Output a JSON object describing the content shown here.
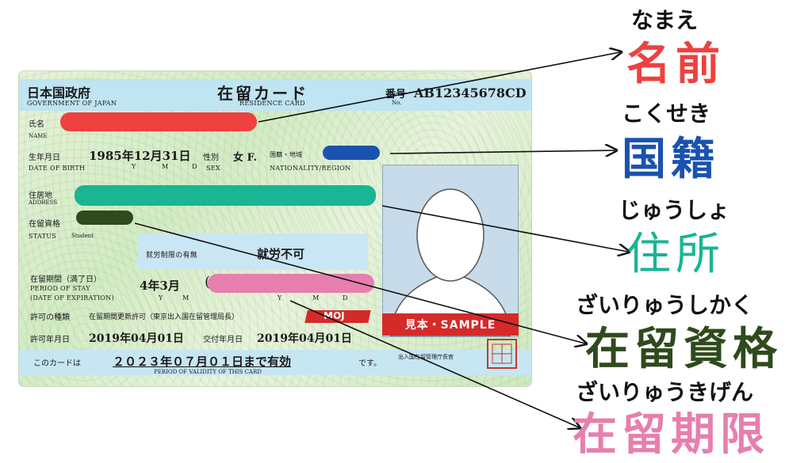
{
  "card": {
    "issuer_ja": "日本国政府",
    "issuer_en": "GOVERNMENT OF JAPAN",
    "title_ja": "在留カード",
    "title_en": "RESIDENCE CARD",
    "number_label_ja": "番号",
    "number_label_en": "No.",
    "number": "AB12345678CD",
    "name_label_ja": "氏名",
    "name_label_en": "NAME",
    "dob_label_ja": "生年月日",
    "dob_value": "1985年12月31日",
    "dob_label_en": "DATE OF BIRTH",
    "ymd_y": "Y",
    "ymd_m": "M",
    "ymd_d": "D",
    "sex_label_ja": "性別",
    "sex_label_en": "SEX",
    "sex_value": "女 F.",
    "nationality_label_ja": "国籍・地域",
    "nationality_label_en": "NATIONALITY/REGION",
    "address_label_ja": "住居地",
    "address_label_en": "ADDRESS",
    "status_label_ja": "在留資格",
    "status_label_en": "STATUS",
    "status_value_en": "Student",
    "work_label": "就労制限の有無",
    "work_value": "就労不可",
    "period_label_ja": "在留期間（満了日）",
    "period_label_en": "PERIOD OF STAY",
    "expiration_label_en": "(DATE OF EXPIRATION)",
    "period_value": "4年3月",
    "permit_type_label": "許可の種類",
    "permit_type_value": "在留期間更新許可（東京出入国在留管理局長）",
    "moj_mark": "MOJ",
    "permit_date_label": "許可年月日",
    "permit_date_value": "2019年04月01日",
    "issue_date_label": "交付年月日",
    "issue_date_value": "2019年04月01日",
    "validity_prefix": "このカードは",
    "validity_value": "２０２３年０７月０１日まで有効",
    "validity_suffix": "です。",
    "validity_label_en": "PERIOD OF VALIDITY OF THIS CARD",
    "authority": "出入国在留管理庁長官",
    "photo_sample": "見本・SAMPLE"
  },
  "annotations": [
    {
      "reading": "なまえ",
      "term": "名前",
      "color": "#ef4040"
    },
    {
      "reading": "こくせき",
      "term": "国籍",
      "color": "#1a52b0"
    },
    {
      "reading": "じゅうしょ",
      "term": "住所",
      "color": "#19b594"
    },
    {
      "reading": "ざいりゅうしかく",
      "term": "在留資格",
      "color": "#2f4a1c"
    },
    {
      "reading": "ざいりゅうきげん",
      "term": "在留期限",
      "color": "#e67fae"
    }
  ]
}
